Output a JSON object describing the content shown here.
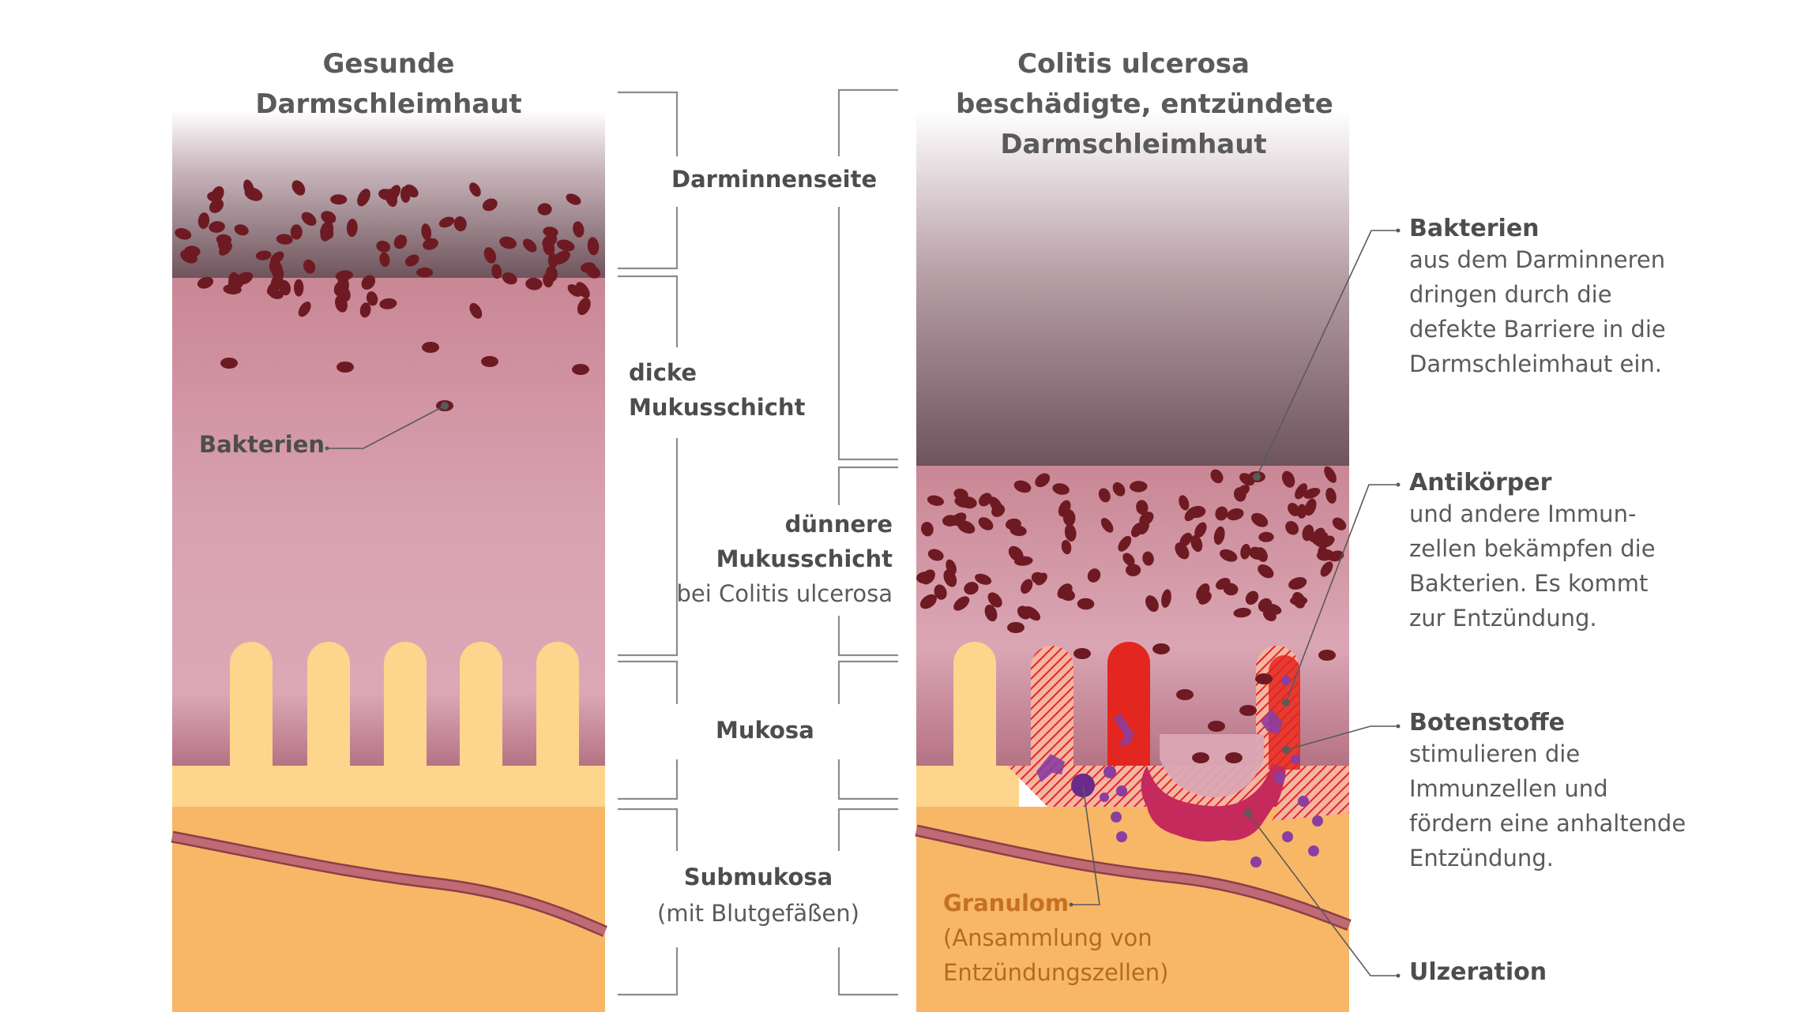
{
  "left_panel": {
    "title_lines": [
      "Gesunde",
      "Darmschleimhaut"
    ],
    "bacteria_label": "Bakterien"
  },
  "right_panel": {
    "title_lines": [
      "Colitis ulcerosa",
      "beschädigte, entzündete",
      "Darmschleimhaut"
    ]
  },
  "center_labels": {
    "darminnenseite": "Darminnenseite",
    "dicke_mukus": [
      "dicke",
      "Mukusschicht"
    ],
    "duennere_mukus": [
      "dünnere",
      "Mukusschicht"
    ],
    "duennere_note": "bei Colitis ulcerosa",
    "mukosa": "Mukosa",
    "submukosa": "Submukosa",
    "submukosa_note": "(mit Blutgefäßen)"
  },
  "granulom": {
    "title": "Granulom",
    "lines": [
      "(Ansammlung von",
      "Entzündungszellen)"
    ]
  },
  "annotations": [
    {
      "title": "Bakterien",
      "lines": [
        "aus dem Darminneren",
        "dringen durch die",
        "defekte Barriere in die",
        "Darmschleimhaut ein."
      ]
    },
    {
      "title": "Antikörper",
      "lines": [
        "und andere Immun-",
        "zellen bekämpfen die",
        "Bakterien. Es kommt",
        "zur Entzündung."
      ]
    },
    {
      "title": "Botenstoffe",
      "lines": [
        "stimulieren die",
        "Immunzellen und",
        "fördern eine anhaltende",
        "Entzündung."
      ]
    },
    {
      "title": "Ulzeration",
      "lines": []
    }
  ],
  "colors": {
    "bacteria": "#6e1a22",
    "mucus_light": "#dba8b6",
    "mucus_dark": "#c98795",
    "villi": "#fdd58c",
    "submucosa": "#f7b767",
    "vessel": "#c06a75",
    "inflammation": "#e3261f",
    "ulcer": "#c42a5b",
    "immune": "#8b3ea0",
    "bracket": "#8c8c8c"
  }
}
